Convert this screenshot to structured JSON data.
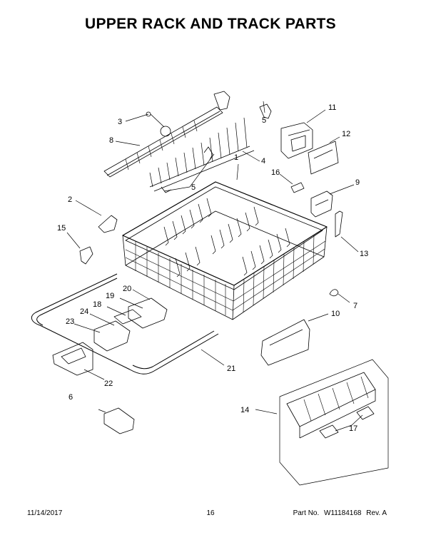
{
  "page": {
    "title": "UPPER RACK AND TRACK PARTS"
  },
  "callouts": [
    "1",
    "2",
    "3",
    "4",
    "5",
    "5",
    "6",
    "7",
    "8",
    "9",
    "10",
    "11",
    "12",
    "13",
    "14",
    "15",
    "16",
    "17",
    "17",
    "18",
    "19",
    "20",
    "21",
    "22",
    "23",
    "24"
  ],
  "footer": {
    "date": "11/14/2017",
    "page_number": "16",
    "part_no_label": "Part No.",
    "part_no": "W11184168",
    "revision": "Rev. A"
  }
}
